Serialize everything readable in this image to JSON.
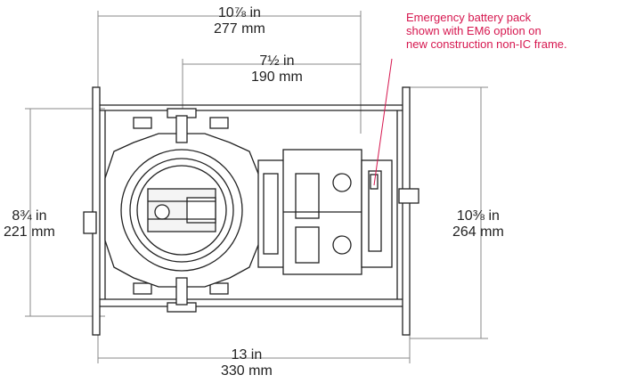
{
  "dimensions": {
    "top_outer": {
      "imperial": "10⅞ in",
      "metric": "277 mm"
    },
    "top_inner": {
      "imperial": "7½ in",
      "metric": "190 mm"
    },
    "left_height": {
      "imperial": "8¾ in",
      "metric": "221 mm"
    },
    "right_height": {
      "imperial": "10⅜ in",
      "metric": "264 mm"
    },
    "bottom_width": {
      "imperial": "13 in",
      "metric": "330 mm"
    }
  },
  "callout": {
    "line1": "Emergency battery pack",
    "line2": "shown with EM6 option on",
    "line3": "new construction non-IC frame.",
    "color": "#d6174f"
  },
  "colors": {
    "line": "#222222",
    "dimension": "#888888"
  }
}
